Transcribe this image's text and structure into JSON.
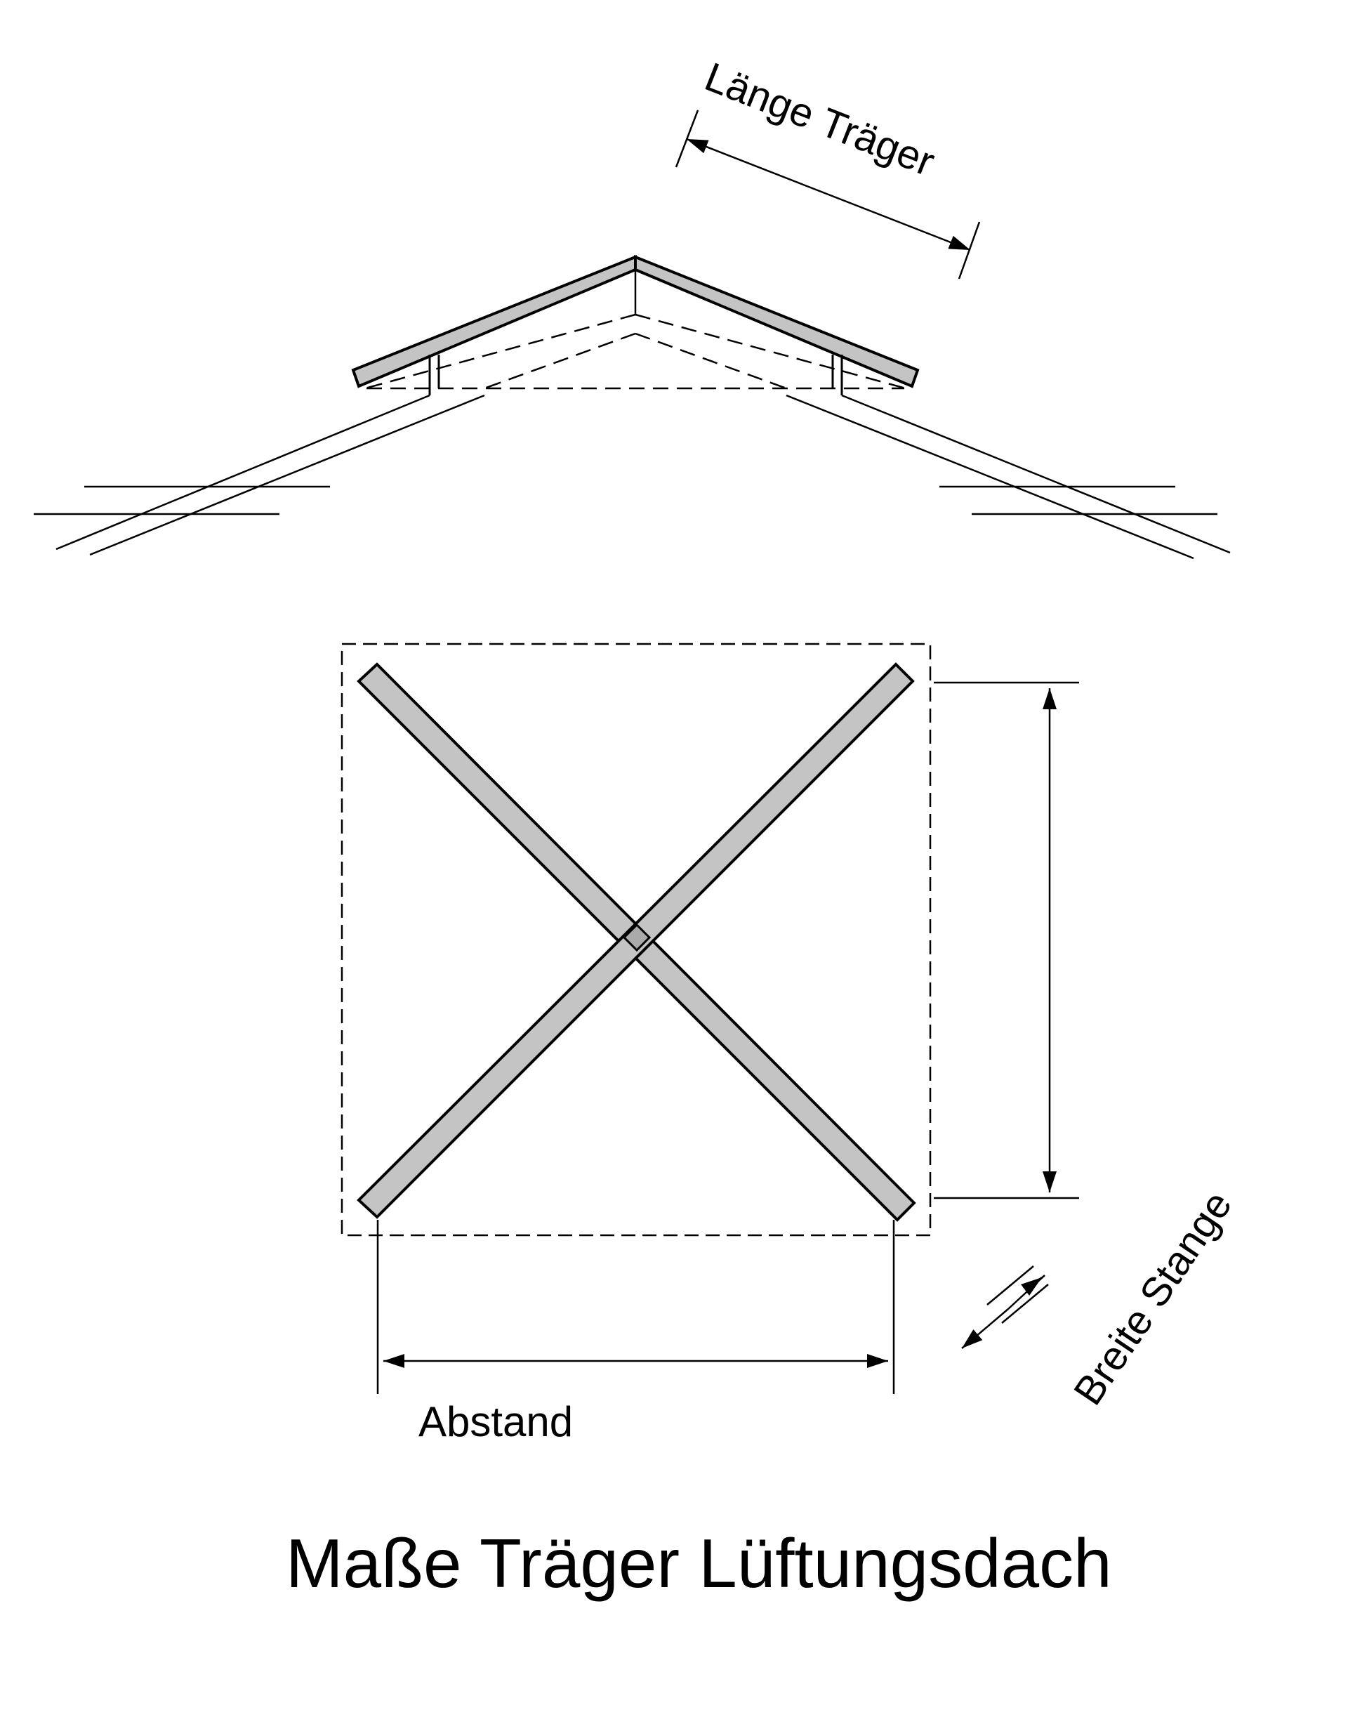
{
  "labels": {
    "beam_length": "Länge Träger",
    "bar_width": "Breite Stange",
    "spacing": "Abstand",
    "title": "Maße Träger Lüftungsdach"
  },
  "colors": {
    "stroke": "#000000",
    "beam_fill": "#c4c4c4",
    "background": "#ffffff"
  }
}
